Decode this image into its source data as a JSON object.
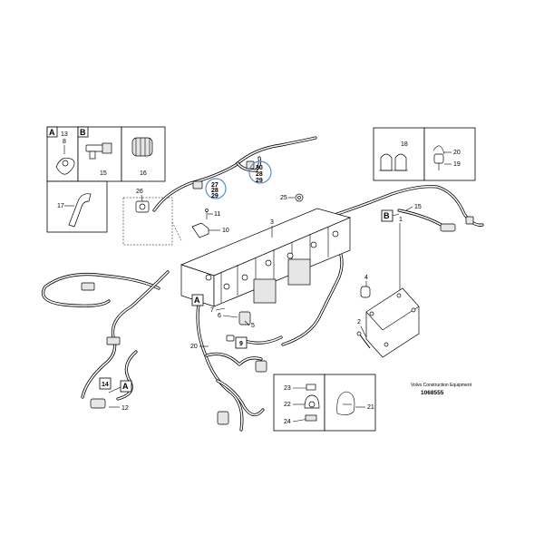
{
  "callouts": {
    "box_a_letter": "A",
    "box_b_letter": "B",
    "box_a_n13": "13",
    "box_a_n8": "8",
    "box_b_n15": "15",
    "box_c_n16": "16",
    "box_d_n17": "17",
    "box_e_n18": "18",
    "box_e_n20": "20",
    "box_e_n19": "19",
    "box_f_n23": "23",
    "box_f_n22": "22",
    "box_f_n24": "24",
    "box_g_n21": "21",
    "n25": "25",
    "n26": "26",
    "n27a": "27",
    "n28a": "28",
    "n29a": "29",
    "n30": "30",
    "n28b": "28",
    "n29b": "29",
    "n11": "11",
    "n10": "10",
    "n3": "3",
    "n1": "1",
    "n4": "4",
    "n2": "2",
    "n5": "5",
    "n6": "6",
    "n7": "7",
    "n9": "9",
    "n20": "20",
    "n14": "14",
    "n12": "12",
    "ref_a_1": "A",
    "ref_a_2": "A",
    "ref_a_3": "A",
    "ref_b_1": "B"
  },
  "footer": {
    "brand": "Volvo Construction Equipment",
    "doc_no": "1068555"
  }
}
